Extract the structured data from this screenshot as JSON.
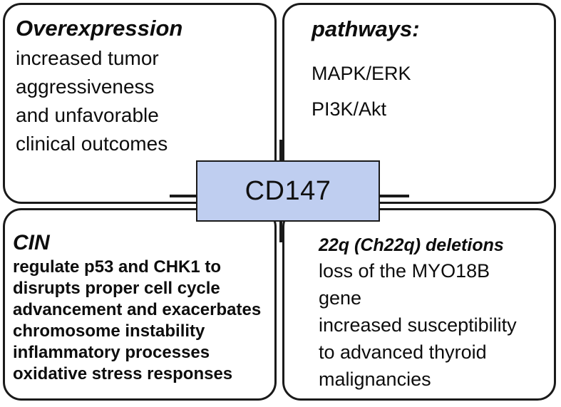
{
  "diagram": {
    "title": "CD147",
    "center_node": {
      "label": "CD147",
      "fill_color": "#bfcef0",
      "border_color": "#1a1a1a"
    },
    "quadrants": {
      "top_left": {
        "heading": "Overexpression",
        "lines": [
          "increased tumor",
          "aggressiveness",
          "and unfavorable",
          "clinical outcomes"
        ]
      },
      "top_right": {
        "heading": "pathways:",
        "lines": [
          "MAPK/ERK",
          "PI3K/Akt"
        ]
      },
      "bottom_left": {
        "heading": "CIN",
        "lines": [
          "regulate p53 and CHK1 to",
          "disrupts proper cell cycle",
          "advancement and exacerbates",
          "chromosome instability",
          " inflammatory processes",
          "oxidative stress responses"
        ]
      },
      "bottom_right": {
        "heading": "22q (Ch22q) deletions",
        "lines": [
          "loss of the MYO18B",
          "gene",
          "increased susceptibility",
          "to advanced thyroid",
          "malignancies"
        ]
      }
    }
  }
}
